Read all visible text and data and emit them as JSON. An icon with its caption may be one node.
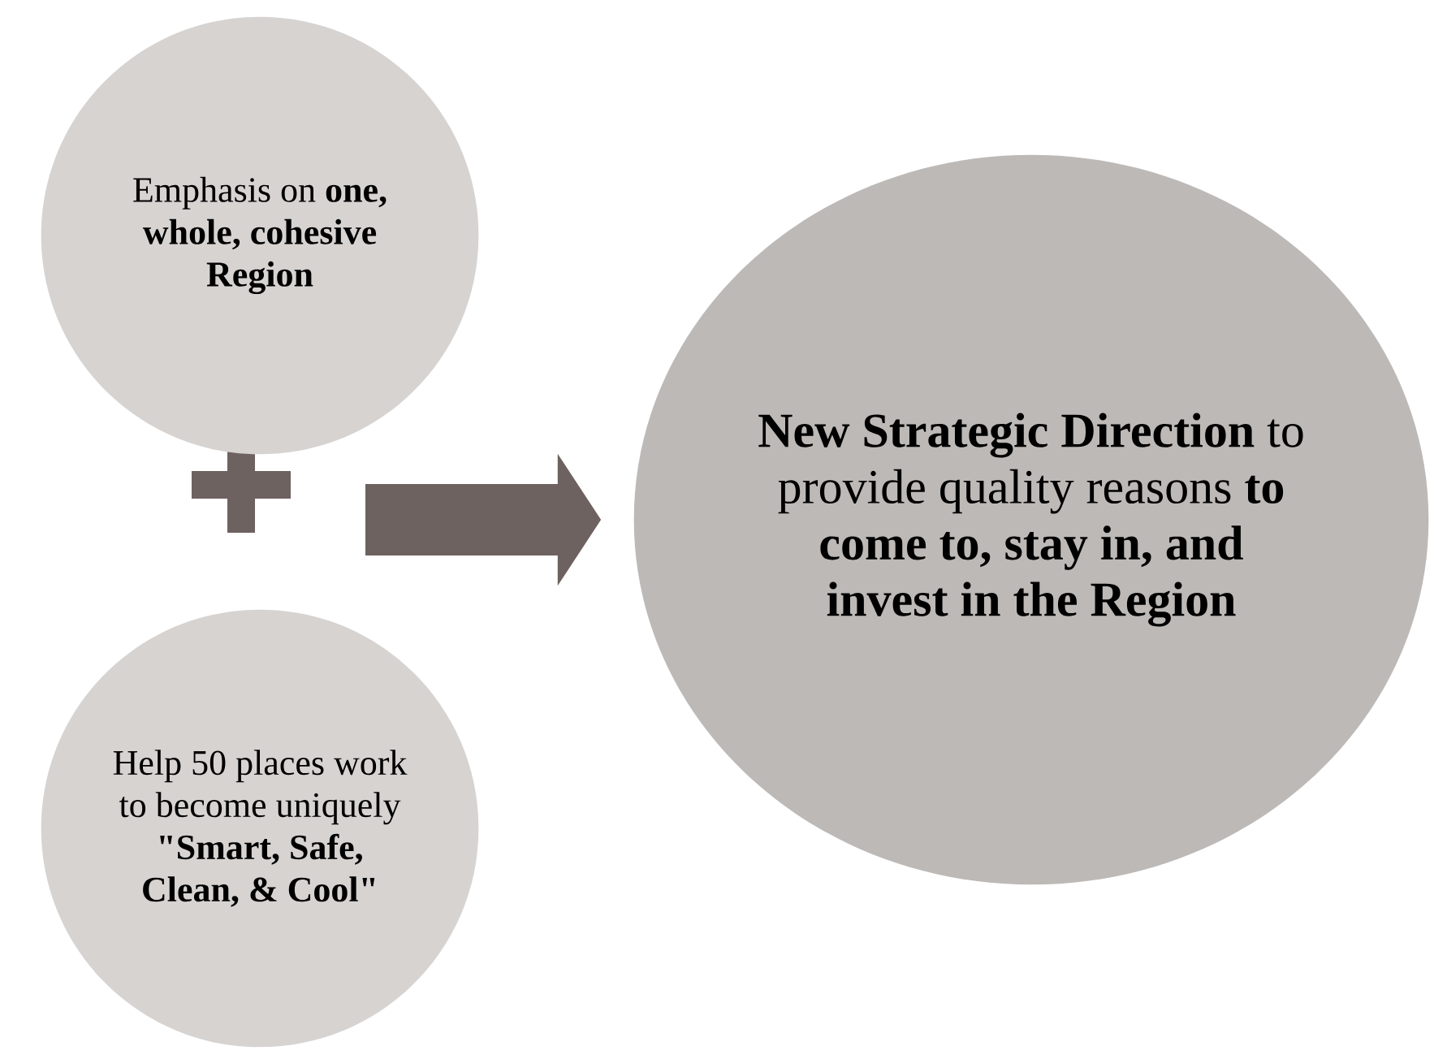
{
  "diagram": {
    "nodes": [
      {
        "text": [
          "Emphasis on **one, whole, cohesive Region**"
        ]
      },
      {
        "text": [
          "Help 50 places work to become uniquely **\"Smart, Safe, Clean, & Cool\"**"
        ]
      },
      {
        "text": [
          "**New Strategic Direction** to provide quality reasons **to come to, stay in, and invest in the Region**"
        ]
      }
    ],
    "edges": [
      {
        "from": null,
        "to": 2,
        "arrow": "to"
      }
    ]
  }
}
